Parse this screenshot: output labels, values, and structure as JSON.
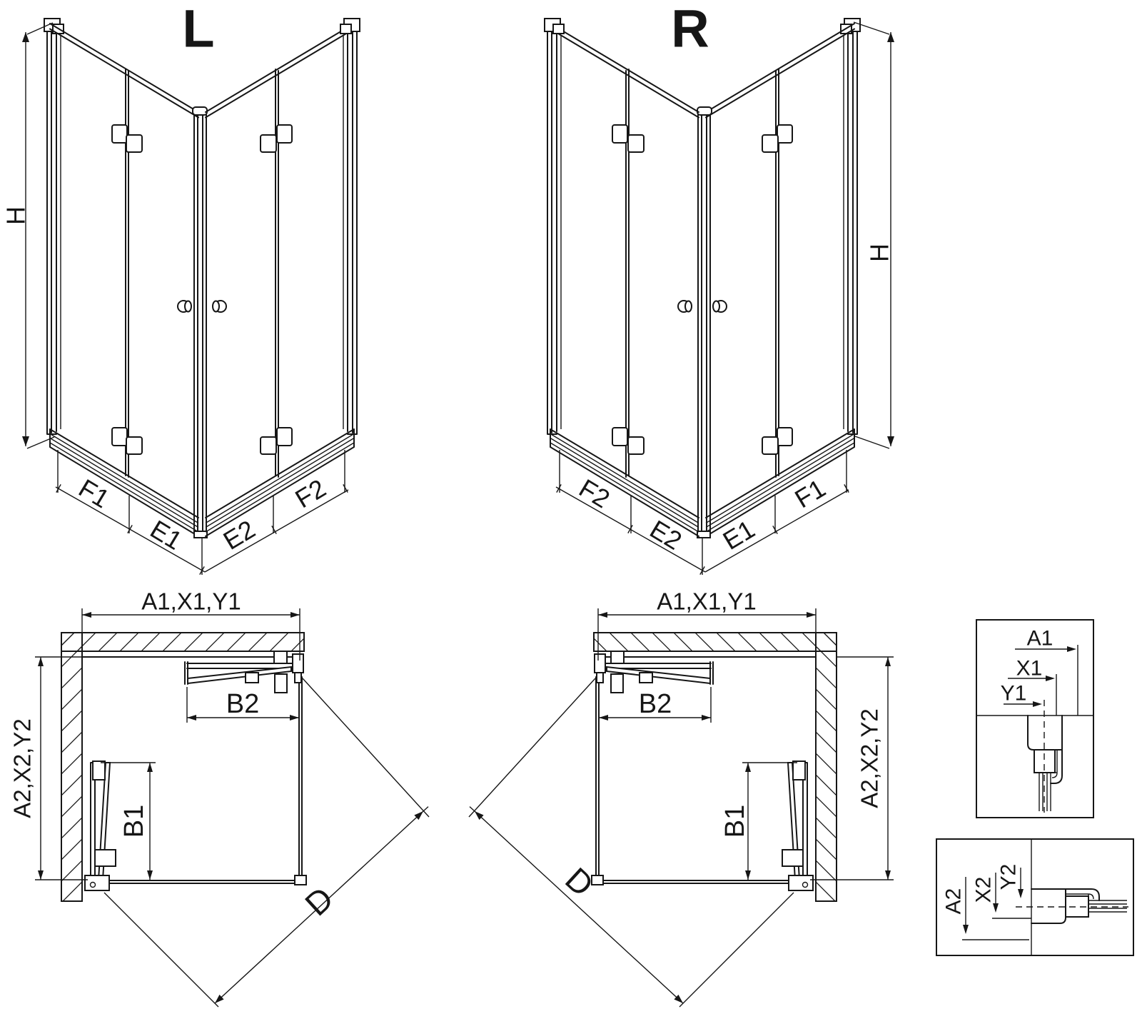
{
  "iso_left": {
    "label": "L",
    "h": "H",
    "f1": "F1",
    "e1": "E1",
    "e2": "E2",
    "f2": "F2"
  },
  "iso_right": {
    "label": "R",
    "h": "H",
    "f1": "F1",
    "e1": "E1",
    "e2": "E2",
    "f2": "F2"
  },
  "plan_left": {
    "top": "A1,X1,Y1",
    "side": "A2,X2,Y2",
    "b1": "B1",
    "b2": "B2",
    "d": "D"
  },
  "plan_right": {
    "top": "A1,X1,Y1",
    "side": "A2,X2,Y2",
    "b1": "B1",
    "b2": "B2",
    "d": "D"
  },
  "detail_top": {
    "a": "A1",
    "x": "X1",
    "y": "Y1"
  },
  "detail_bottom": {
    "a": "A2",
    "x": "X2",
    "y": "Y2"
  },
  "colors": {
    "line": "#161616",
    "background": "#ffffff"
  }
}
